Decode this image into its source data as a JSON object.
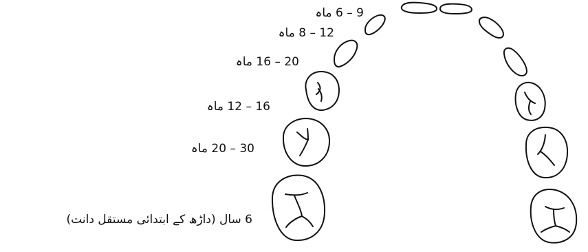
{
  "labels": {
    "central_incisor": "9 – 6 ماہ",
    "lateral_incisor": "12 – 8 ماہ",
    "canine": "20 – 16 ماہ",
    "first_molar": "16 – 12 ماہ",
    "second_molar": "30 – 20 ماہ",
    "permanent_molar": "6 سال (داڑھ کے ابتدائی مستقل دانت)"
  },
  "colors": {
    "stroke": "#111111",
    "background": "#ffffff"
  }
}
